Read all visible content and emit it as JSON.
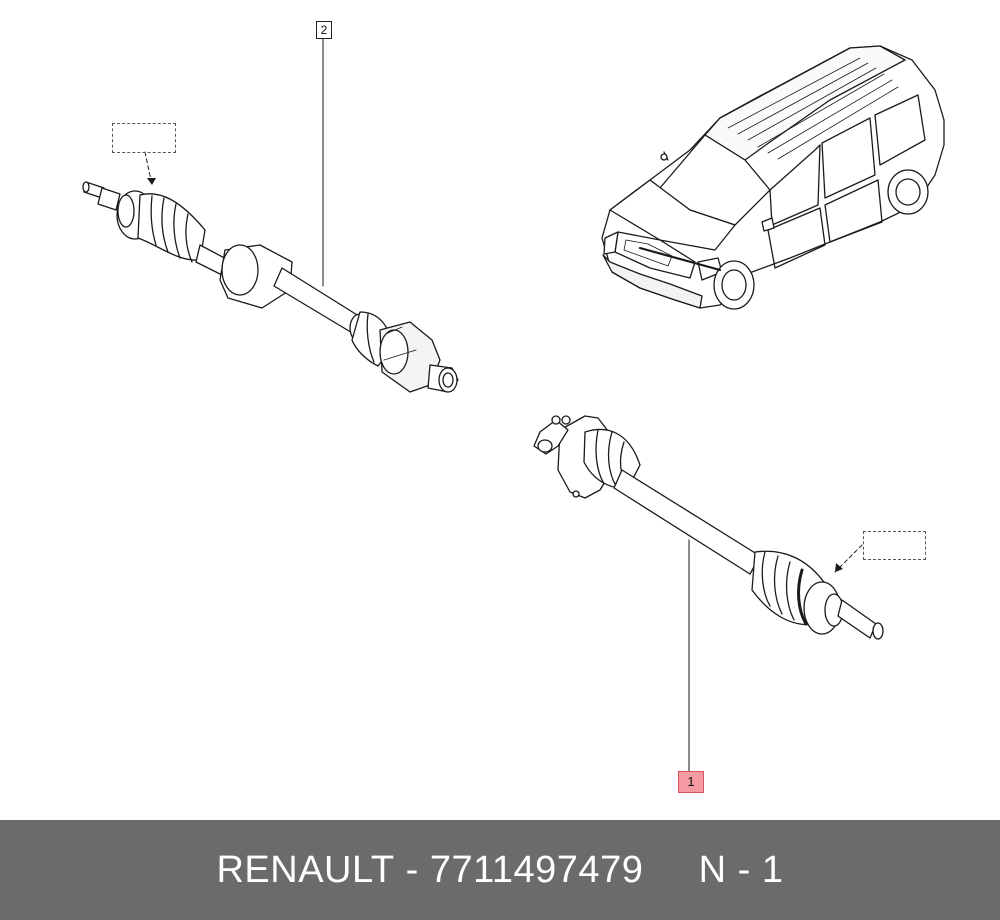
{
  "callouts": {
    "shaft_left": "2",
    "shaft_right": "1"
  },
  "highlight_color": "#f59aa3",
  "footer": {
    "brand": "RENAULT",
    "separator": " - ",
    "part_number": "7711497479",
    "gap": "     ",
    "position_label": "N - 1"
  },
  "footer_color": "#6b6b6b"
}
